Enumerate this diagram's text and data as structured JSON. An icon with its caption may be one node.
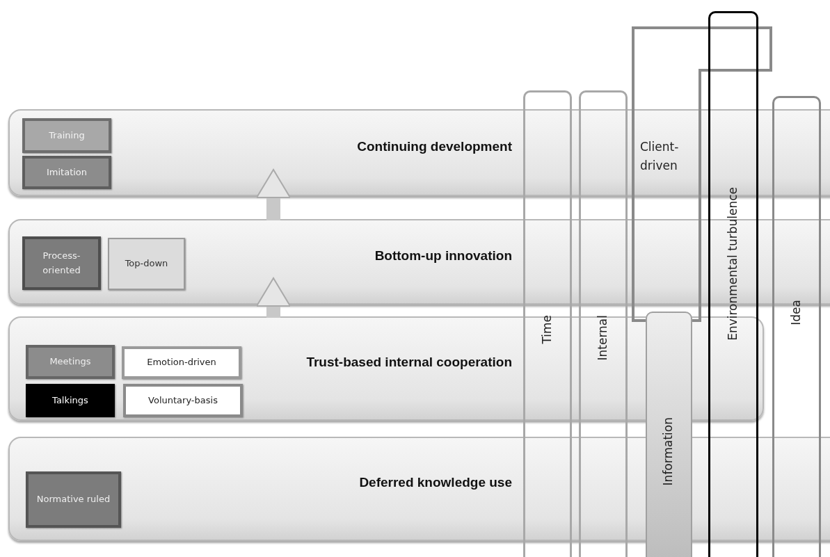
{
  "diagram": {
    "nodes": [
      {
        "text": [
          "Continuing development"
        ]
      },
      {
        "text": [
          "Training"
        ],
        "in": 0
      },
      {
        "text": [
          "Imitation"
        ],
        "in": 0
      },
      {
        "text": [
          "Bottom-up innovation"
        ]
      },
      {
        "text": [
          "Process-oriented"
        ],
        "in": 3
      },
      {
        "text": [
          "Top-down"
        ],
        "in": 3
      },
      {
        "text": [
          "Trust-based internal cooperation"
        ]
      },
      {
        "text": [
          "Meetings"
        ],
        "in": 6
      },
      {
        "text": [
          "Emotion-driven"
        ],
        "in": 6
      },
      {
        "text": [
          "Talkings"
        ],
        "in": 6
      },
      {
        "text": [
          "Voluntary-basis"
        ],
        "in": 6
      },
      {
        "text": [
          "Deferred knowledge use"
        ]
      },
      {
        "text": [
          "Normative ruled"
        ],
        "in": 11
      },
      {
        "text": [
          "Time"
        ]
      },
      {
        "text": [
          "Internal"
        ]
      },
      {
        "text": [
          "Client-driven"
        ]
      },
      {
        "text": [
          "Information"
        ]
      },
      {
        "text": [
          "Environmental turbulence"
        ]
      },
      {
        "text": [
          "Idea"
        ]
      }
    ],
    "edges": [
      {
        "from": 3,
        "to": 0,
        "arrow": "to"
      },
      {
        "from": 6,
        "to": 3,
        "arrow": "to"
      }
    ]
  }
}
